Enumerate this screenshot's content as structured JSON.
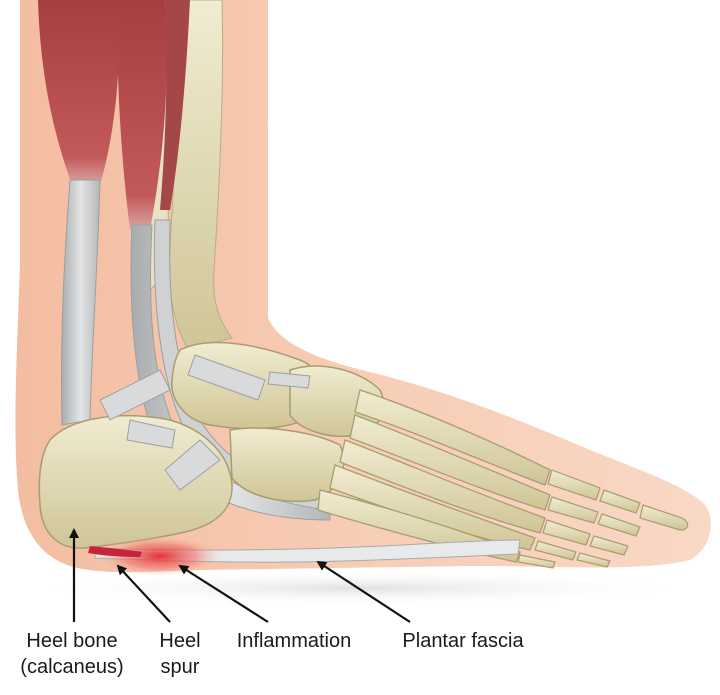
{
  "labels": {
    "heel_bone": {
      "line1": "Heel bone",
      "line2": "(calcaneus)"
    },
    "heel_spur": {
      "line1": "Heel",
      "line2": "spur"
    },
    "inflammation": "Inflammation",
    "plantar_fascia": "Plantar fascia"
  },
  "colors": {
    "skin": "#f6c8ae",
    "skin_edge": "#eeb294",
    "bone": "#e6dfbc",
    "bone_shadow": "#b8ae84",
    "muscle": "#b14a4a",
    "tendon": "#c9cbcc",
    "inflammation": "#e23a3a",
    "arrow": "#111111"
  }
}
